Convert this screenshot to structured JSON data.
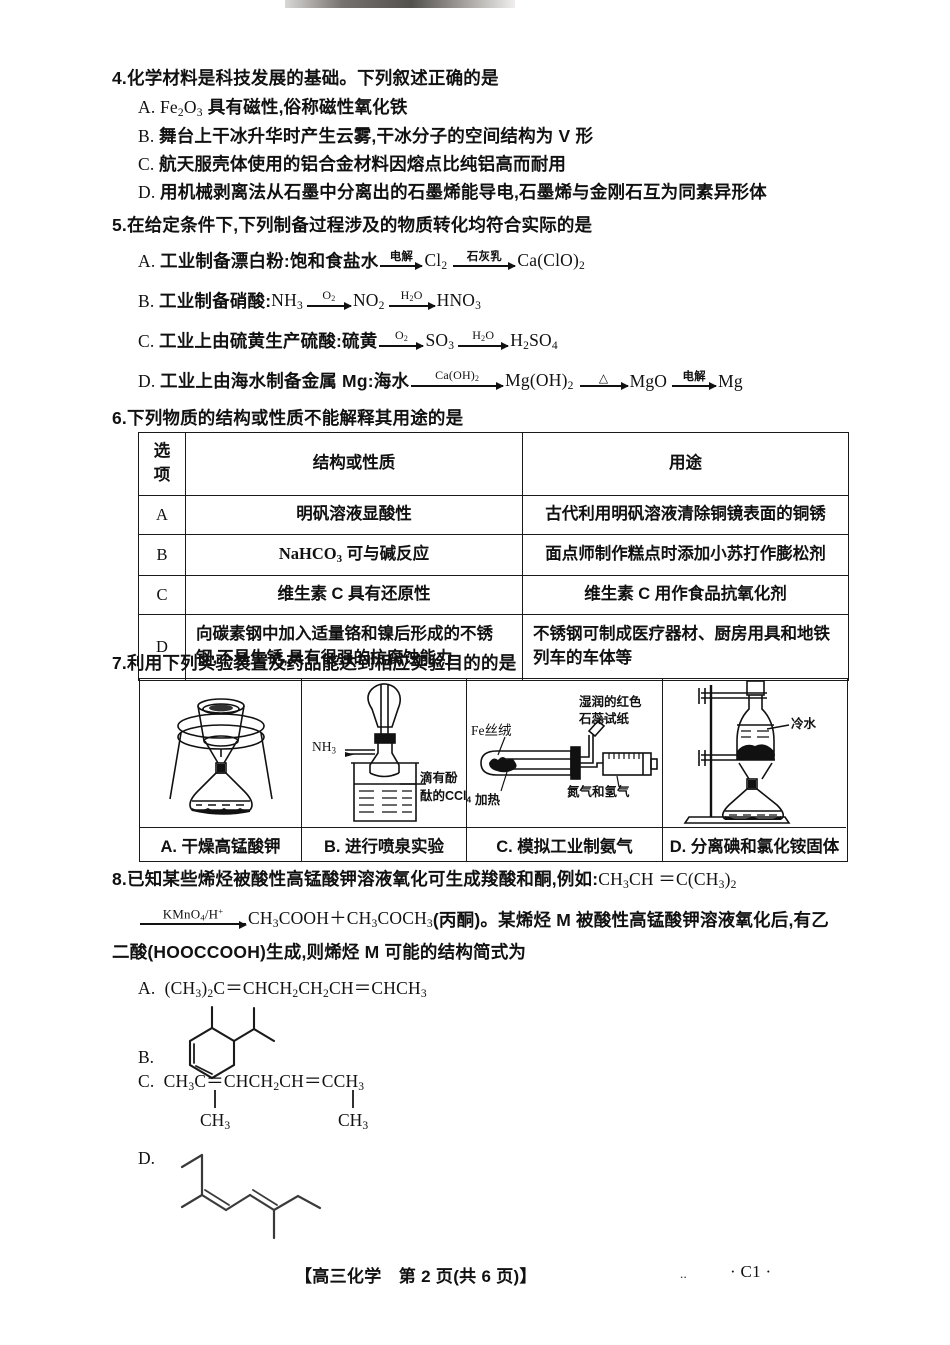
{
  "page": {
    "footer_center": "【高三化学　第 2 页(共 6 页)】",
    "footer_dots": "..",
    "footer_code": "· C1 ·"
  },
  "q4": {
    "number": "4.",
    "stem": "化学材料是科技发展的基础。下列叙述正确的是",
    "options": [
      {
        "label": "A.",
        "text_pre": "Fe",
        "sub1": "2",
        "mid": "O",
        "sub2": "3",
        "text_post": " 具有磁性,俗称磁性氧化铁"
      },
      {
        "label": "B.",
        "text": "舞台上干冰升华时产生云雾,干冰分子的空间结构为 V 形"
      },
      {
        "label": "C.",
        "text": "航天服壳体使用的铝合金材料因熔点比纯铝高而耐用"
      },
      {
        "label": "D.",
        "text": "用机械剥离法从石墨中分离出的石墨烯能导电,石墨烯与金刚石互为同素异形体"
      }
    ]
  },
  "q5": {
    "number": "5.",
    "stem": "在给定条件下,下列制备过程涉及的物质转化均符合实际的是",
    "options": [
      {
        "label": "A.",
        "prefix": "工业制备漂白粉:饱和食盐水",
        "steps": [
          {
            "above": "电解",
            "product": "Cl₂"
          },
          {
            "above": "石灰乳",
            "product": "Ca(ClO)₂"
          }
        ]
      },
      {
        "label": "B.",
        "prefix": "工业制备硝酸:NH₃",
        "steps": [
          {
            "above": "O₂",
            "product": "NO₂"
          },
          {
            "above": "H₂O",
            "product": "HNO₃"
          }
        ]
      },
      {
        "label": "C.",
        "prefix": "工业上由硫黄生产硫酸:硫黄",
        "steps": [
          {
            "above": "O₂",
            "product": "SO₃"
          },
          {
            "above": "H₂O",
            "product": "H₂SO₄"
          }
        ]
      },
      {
        "label": "D.",
        "prefix": "工业上由海水制备金属 Mg:海水",
        "steps": [
          {
            "above": "Ca(OH)₂",
            "product": "Mg(OH)₂"
          },
          {
            "above": "△",
            "product": "MgO"
          },
          {
            "above": "电解",
            "product": "Mg"
          }
        ]
      }
    ]
  },
  "q6": {
    "number": "6.",
    "stem": "下列物质的结构或性质不能解释其用途的是",
    "table": {
      "headers": [
        "选项",
        "结构或性质",
        "用途"
      ],
      "rows": [
        {
          "opt": "A",
          "prop": "明矾溶液显酸性",
          "use": "古代利用明矾溶液清除铜镜表面的铜锈"
        },
        {
          "opt": "B",
          "prop": "NaHCO₃ 可与碱反应",
          "use": "面点师制作糕点时添加小苏打作膨松剂"
        },
        {
          "opt": "C",
          "prop": "维生素 C 具有还原性",
          "use": "维生素 C 用作食品抗氧化剂"
        },
        {
          "opt": "D",
          "prop": "向碳素钢中加入适量铬和镍后形成的不锈钢,不易生锈,具有很强的抗腐蚀能力",
          "use": "不锈钢可制成医疗器材、厨房用具和地铁列车的车体等"
        }
      ]
    }
  },
  "q7": {
    "number": "7.",
    "stem": "利用下列实验装置及药品能达到相应实验目的的是",
    "panels": [
      {
        "caption": "A. 干燥高锰酸钾",
        "apparatus": "iron-ring-stand-with-funnel",
        "labels": []
      },
      {
        "caption": "B. 进行喷泉实验",
        "apparatus": "fountain-flask-with-beaker",
        "labels": [
          {
            "text": "NH₃"
          },
          {
            "text": "滴有酚"
          },
          {
            "text": "酞的CCl₄"
          }
        ]
      },
      {
        "caption": "C. 模拟工业制氨气",
        "apparatus": "heated-tube-with-syringe",
        "labels": [
          {
            "text": "Fe丝绒"
          },
          {
            "text": "加热"
          },
          {
            "text": "湿润的红色"
          },
          {
            "text": "石蕊试纸"
          },
          {
            "text": "氮气和氢气"
          }
        ]
      },
      {
        "caption": "D. 分离碘和氯化铵固体",
        "apparatus": "sublimation-flask-on-stand",
        "labels": [
          {
            "text": "冷水"
          }
        ]
      }
    ]
  },
  "q8": {
    "number": "8.",
    "stem_line1_pre": "已知某些烯烃被酸性高锰酸钾溶液氧化可生成羧酸和酮,例如:",
    "stem_line1_formula": "CH₃CH ＝C(CH₃)₂",
    "arrow_above": "KMnO₄/H⁺",
    "stem_line2_formula": "CH₃COOH＋CH₃COCH₃",
    "stem_line2_paren": "(丙酮)",
    "stem_line2_rest": "。某烯烃 M 被酸性高锰酸钾溶液氧化后,有乙",
    "stem_line3": "二酸(HOOCCOOH)生成,则烯烃 M 可能的结构简式为",
    "options": [
      {
        "label": "A.",
        "formula": "(CH₃)₂C＝CHCH₂CH₂CH＝CHCH₃",
        "type": "text"
      },
      {
        "label": "B.",
        "formula": "",
        "type": "skeleton-cyclohexadiene-methyl-isopropyl"
      },
      {
        "label": "C.",
        "formula_main": "CH₃C＝CHCH₂CH＝CCH₃",
        "branch1": "CH₃",
        "branch2": "CH₃",
        "type": "text-with-branches"
      },
      {
        "label": "D.",
        "formula": "",
        "type": "skeleton-dimethyl-octadiene"
      }
    ]
  }
}
